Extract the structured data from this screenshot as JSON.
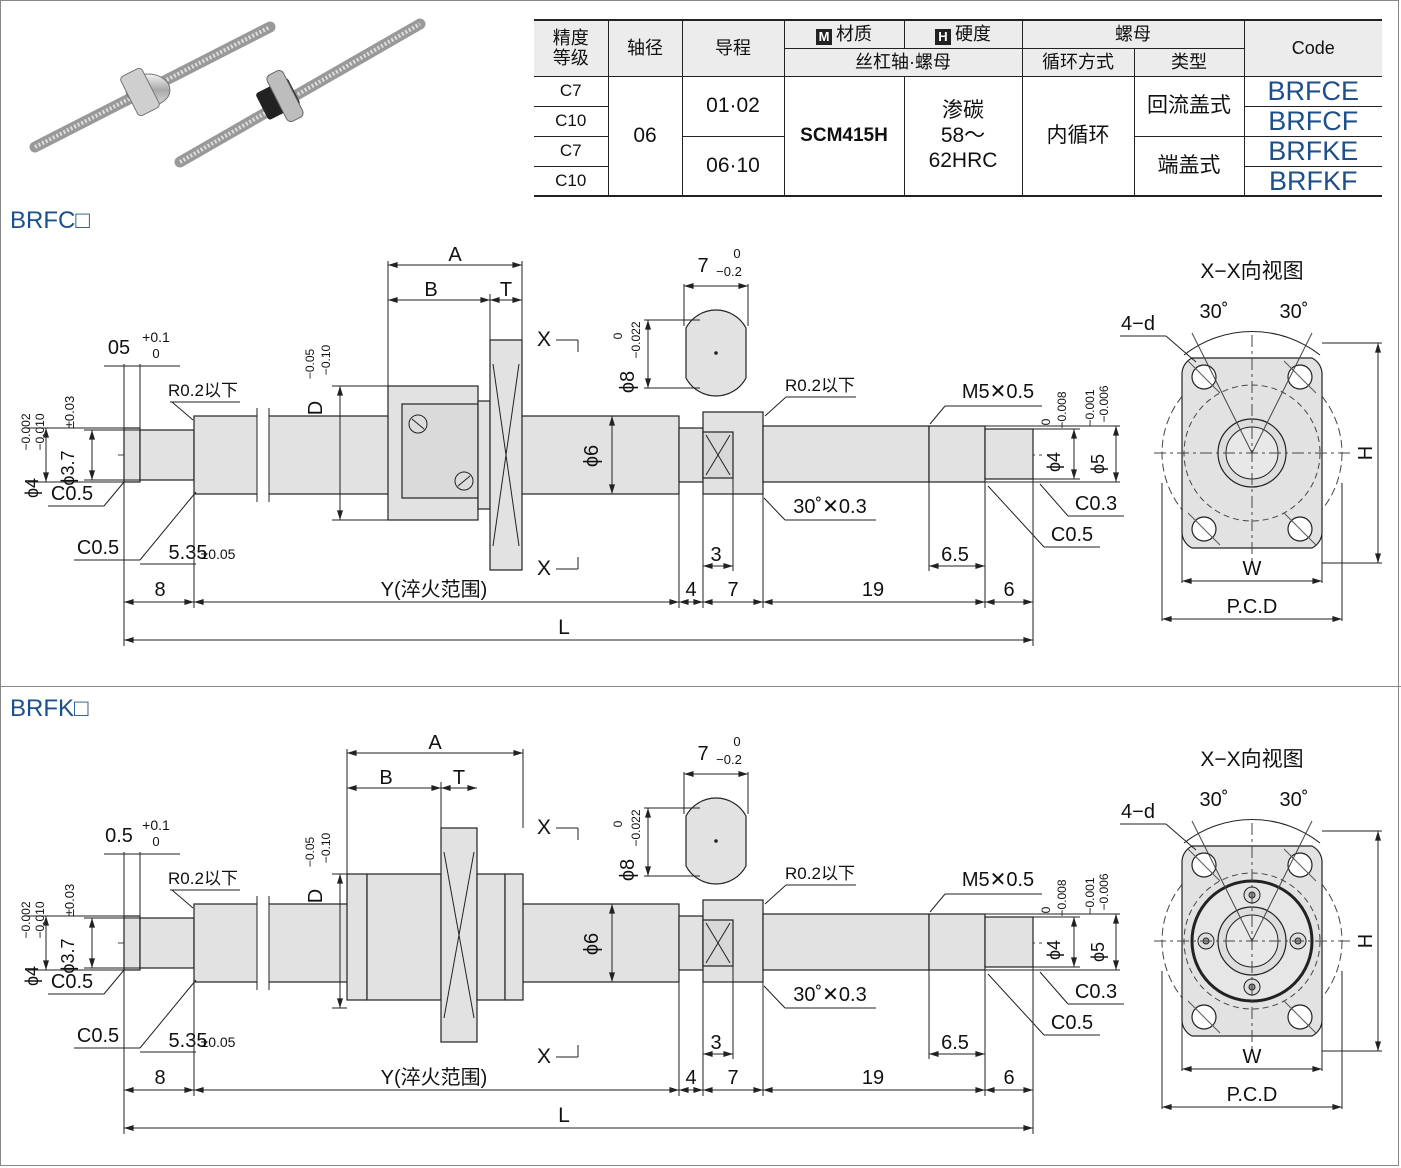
{
  "table": {
    "headers": {
      "grade": "精度\n等级",
      "diameter": "轴径",
      "lead": "导程",
      "material_icon": "M",
      "material": "材质",
      "hardness_icon": "H",
      "hardness": "硬度",
      "nut": "螺母",
      "code": "Code",
      "shaft_nut": "丝杠轴·螺母",
      "circulation": "循环方式",
      "type": "类型"
    },
    "grades": [
      "C7",
      "C10",
      "C7",
      "C10"
    ],
    "diameter": "06",
    "leads": [
      "01·02",
      "06·10"
    ],
    "material": "SCM415H",
    "hardness": [
      "渗碳",
      "58～",
      "62HRC"
    ],
    "circulation": "内循环",
    "types": [
      "回流盖式",
      "端盖式"
    ],
    "codes": [
      "BRFCE",
      "BRFCF",
      "BRFKE",
      "BRFKF"
    ]
  },
  "sections": [
    {
      "title": "BRFC□"
    },
    {
      "title": "BRFK□"
    }
  ],
  "labels": {
    "A": "A",
    "B": "B",
    "T": "T",
    "X_arrow": "X",
    "D": "D",
    "D_tol_upper": "−0.05",
    "D_tol_lower": "−0.10",
    "flat_width": "7",
    "flat_tol_upper": "0",
    "flat_tol_lower": "−0.2",
    "phi8": "ϕ8",
    "phi8_tol_upper": "0",
    "phi8_tol_lower": "−0.022",
    "phi6": "ϕ6",
    "r02": "R0.2以下",
    "m5": "M5✕0.5",
    "chamfer_30": "30˚✕0.3",
    "c05": "C0.5",
    "c03": "C0.3",
    "phi4": "ϕ4",
    "phi4_tol_upper": "−0.002",
    "phi4_tol_lower": "−0.010",
    "phi37": "ϕ3.7",
    "phi37_tol": "±0.03",
    "phi4r_tol_upper": "0",
    "phi4r_tol_lower": "−0.008",
    "phi5": "ϕ5",
    "phi5_tol_upper": "−0.001",
    "phi5_tol_lower": "−0.006",
    "groove_top": "05",
    "groove_bottom": "0.5",
    "groove_tol_upper": "+0.1",
    "groove_tol_lower": "0",
    "d535": "5.35",
    "d535_tol": "±0.05",
    "d8": "8",
    "Y": "Y(淬火范围)",
    "d4": "4",
    "d7": "7",
    "d19": "19",
    "d6": "6",
    "d3": "3",
    "d65": "6.5",
    "L": "L",
    "view_title": "X−X向视图",
    "angle30": "30˚",
    "holes": "4−d",
    "H": "H",
    "W": "W",
    "PCD": "P.C.D"
  }
}
